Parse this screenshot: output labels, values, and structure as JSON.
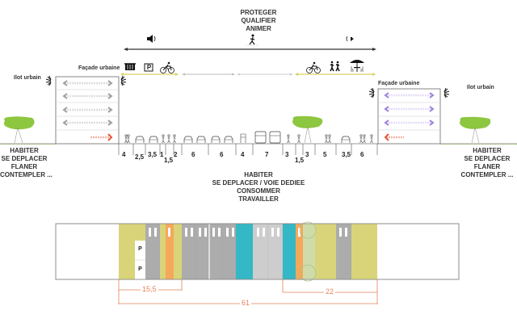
{
  "top_labels": [
    "PROTEGER",
    "QUALIFIER",
    "ANIMER"
  ],
  "icons": {
    "sound_left": "speaker-loud-icon",
    "sound_right": "speaker-quiet-icon",
    "pedestrian": "pedestrian-crossing-icon",
    "left_group": [
      "market-basket-icon",
      "parking-icon",
      "bicycle-icon"
    ],
    "right_group": [
      "bicycle-icon",
      "people-walking-icon",
      "terrace-umbrella-icon"
    ],
    "parking_glyph": "P"
  },
  "left": {
    "facade_label": "Façade urbaine",
    "ilot_label": "Ilot urbain",
    "activities": [
      "HABITER",
      "SE DEPLACER",
      "FLANER",
      "CONTEMPLER ..."
    ]
  },
  "right": {
    "facade_label": "Façade urbaine",
    "ilot_label": "Ilot urbain",
    "activities": [
      "HABITER",
      "SE DEPLACER",
      "FLANER",
      "CONTEMPLER ..."
    ]
  },
  "center_activities": [
    "HABITER",
    "SE DEPLACER / VOIE DEDIEE",
    "CONSOMMER",
    "TRAVAILLER"
  ],
  "section_widths": [
    "4",
    "2,5",
    "3,5",
    "1",
    "1,5",
    "2",
    "6",
    "6",
    "4",
    "7",
    "3",
    "1,5",
    "3",
    "5",
    "3,5",
    "6"
  ],
  "plan": {
    "parking_labels": [
      "P",
      "P"
    ],
    "strips": [
      {
        "type": "sidewalk",
        "color": "#d9d47a"
      },
      {
        "type": "parking-lane",
        "color": "#acacac"
      },
      {
        "type": "sidewalk",
        "color": "#d9d47a"
      },
      {
        "type": "bike-lane",
        "color": "#f5a85a"
      },
      {
        "type": "sidewalk",
        "color": "#d9d47a"
      },
      {
        "type": "traffic-lane",
        "color": "#acacac"
      },
      {
        "type": "traffic-lane",
        "color": "#acacac"
      },
      {
        "type": "traffic-lane",
        "color": "#acacac"
      },
      {
        "type": "traffic-lane",
        "color": "#acacac"
      },
      {
        "type": "bus-lane",
        "color": "#35b8c5"
      },
      {
        "type": "median",
        "color": "#cdcdcd"
      },
      {
        "type": "median",
        "color": "#cdcdcd"
      },
      {
        "type": "bus-lane",
        "color": "#35b8c5"
      },
      {
        "type": "bike-lane",
        "color": "#f5a85a"
      },
      {
        "type": "tree-strip",
        "color": "#cfdcaa"
      },
      {
        "type": "sidewalk",
        "color": "#d9d47a"
      },
      {
        "type": "parking-lane",
        "color": "#acacac"
      },
      {
        "type": "sidewalk",
        "color": "#d9d47a"
      }
    ]
  },
  "dimensions": {
    "left_partial": "15,5",
    "right_partial": "22",
    "total": "61",
    "color": "#e9805a"
  },
  "colors": {
    "tree": "#8dc63f",
    "facade_arrows_left": "#9e9e9e",
    "facade_arrows_right": "#9b80e0",
    "ground_floor_arrow": "#e8553a",
    "active_edge": "#d8d060"
  }
}
